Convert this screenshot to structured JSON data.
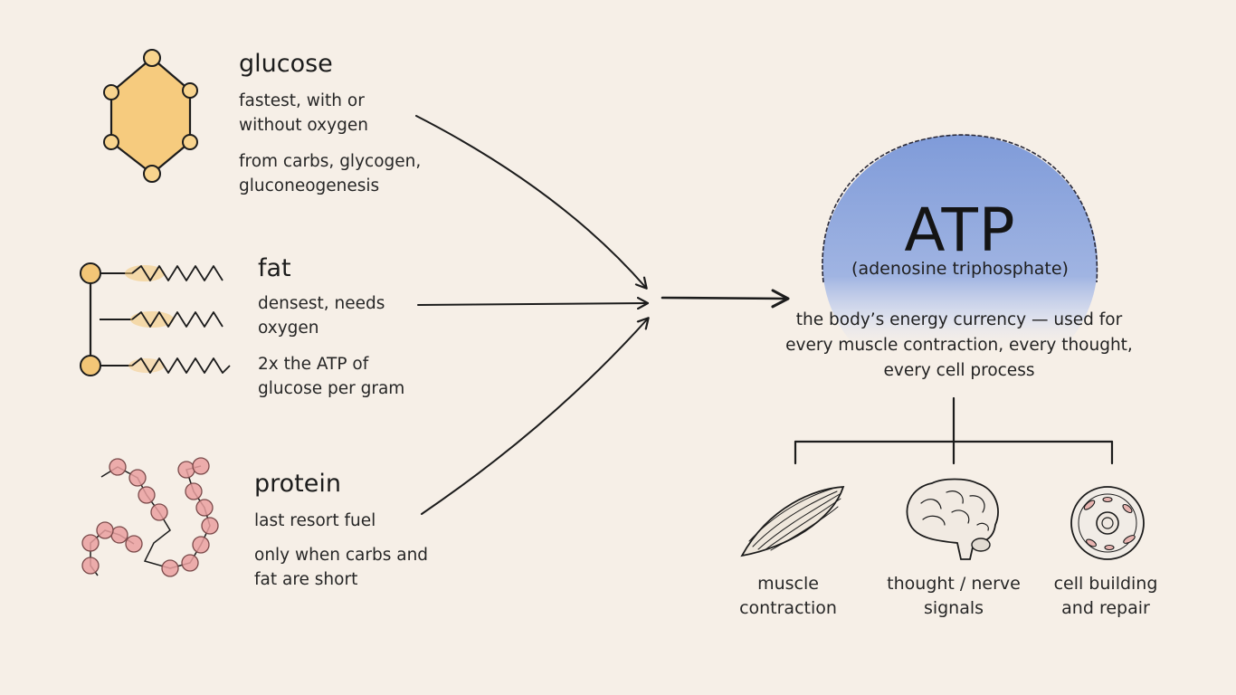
{
  "colors": {
    "background": "#f6efe7",
    "glucose": "#f6c46b",
    "fat": "#f3c677",
    "protein": "#eaa0a0",
    "atp": "#7f9bd9",
    "ink": "#1c1c1c"
  },
  "sources": [
    {
      "name": "glucose",
      "desc1": "fastest, with or without oxygen",
      "desc2": "from carbs, glycogen, gluconeogenesis",
      "icon": "hexagon-molecule-icon"
    },
    {
      "name": "fat",
      "desc1": "densest, needs oxygen",
      "desc2": "2x the ATP of glucose per gram",
      "icon": "triglyceride-chain-icon"
    },
    {
      "name": "protein",
      "desc1": "last resort fuel",
      "desc2": "only when carbs and fat are short",
      "icon": "amino-acid-chain-icon"
    }
  ],
  "atp": {
    "title": "ATP",
    "subtitle": "(adenosine triphosphate)",
    "description": "the body’s energy currency — used for every muscle contraction, every thought, every cell process"
  },
  "uses": [
    {
      "label": "muscle contraction",
      "icon": "muscle-icon"
    },
    {
      "label": "thought / nerve signals",
      "icon": "brain-icon"
    },
    {
      "label": "cell building and repair",
      "icon": "cell-icon"
    }
  ]
}
